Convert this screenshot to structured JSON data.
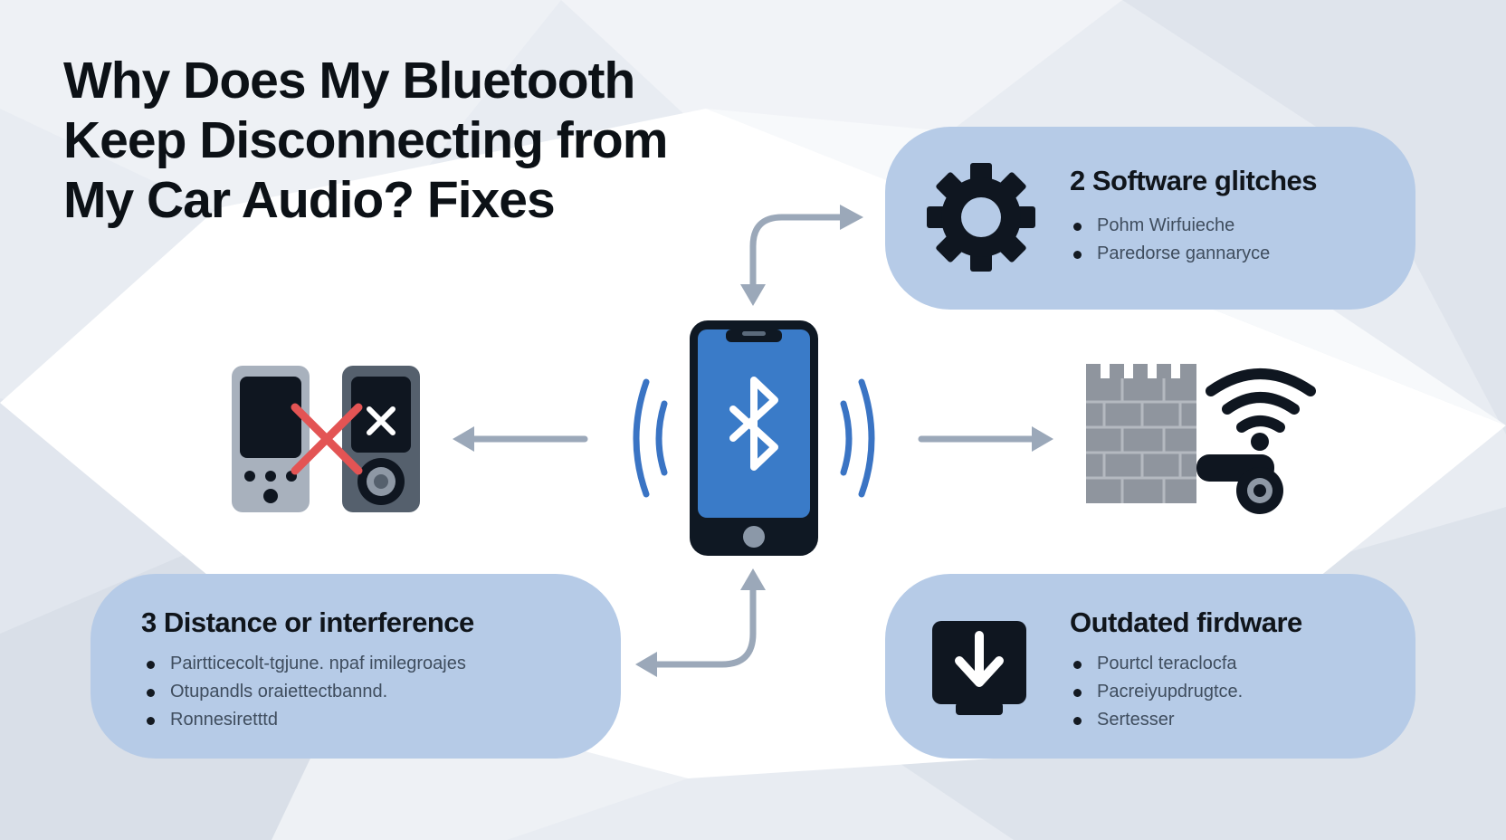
{
  "title": {
    "line1": "Why Does My Bluetooth",
    "line2": "Keep Disconnecting from",
    "line3": "My Car Audio? Fixes"
  },
  "cards": {
    "software": {
      "heading": "2 Software glitches",
      "bullets": [
        "Pohm Wirfuieche",
        "Paredorse gannaryce"
      ],
      "icon": "gear-icon"
    },
    "distance": {
      "heading": "3 Distance or interference",
      "bullets": [
        "Pairtticecolt-tgjune. npaf imilegroajes",
        "Otupandls oraiettectbannd.",
        "Ronnesiretttd"
      ]
    },
    "firmware": {
      "heading": "Outdated firdware",
      "bullets": [
        "Pourtcl teraclocfa",
        "Pacreiyupdrugtce.",
        "Sertesser"
      ],
      "icon": "download-icon"
    }
  },
  "icons": {
    "center": "smartphone-bluetooth-icon",
    "left": "paired-devices-conflict-icon",
    "right": "firewall-wifi-interference-icon"
  },
  "colors": {
    "card": "#b6cbe7",
    "accent_blue": "#3a7bc8",
    "signal_blue": "#3a74c4",
    "arrow": "#9ba8b9",
    "dark": "#141a22",
    "cross_red": "#e35454"
  }
}
